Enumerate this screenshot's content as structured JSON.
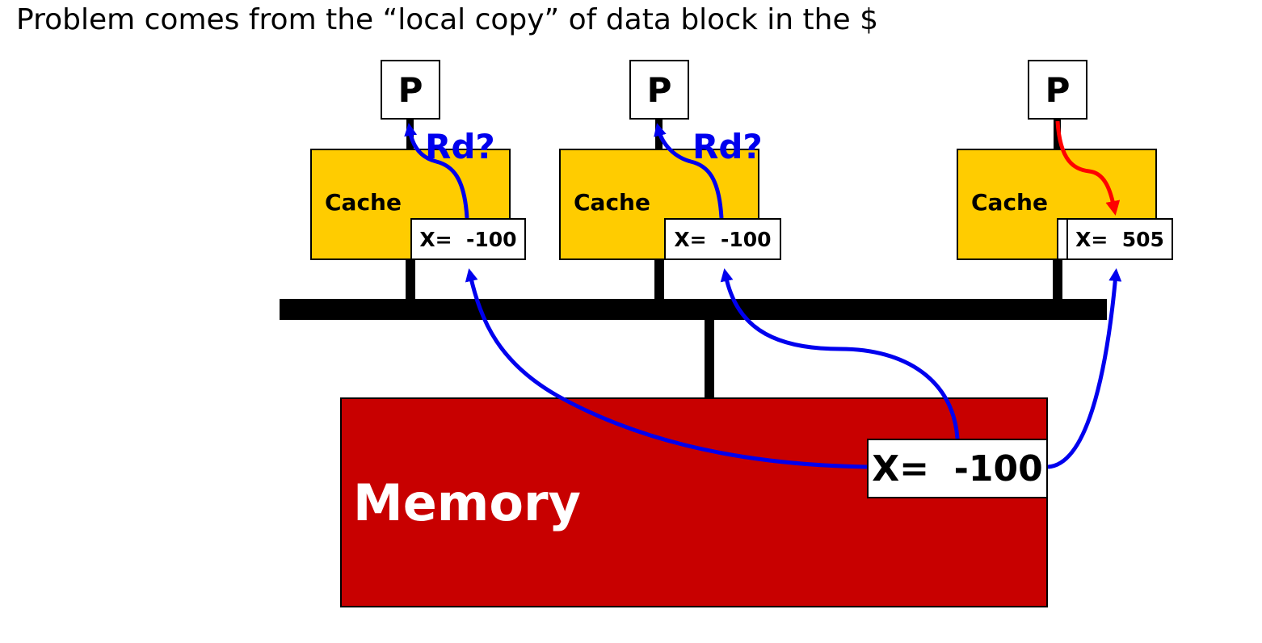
{
  "title": "Problem comes from the “local copy” of data block in the $",
  "processors": [
    {
      "label": "P"
    },
    {
      "label": "P"
    },
    {
      "label": "P"
    }
  ],
  "caches": [
    {
      "label": "Cache",
      "value": "X=  -100"
    },
    {
      "label": "Cache",
      "value": "X=  -100"
    },
    {
      "label": "Cache",
      "value": "X=  505"
    }
  ],
  "read_labels": [
    "Rd?",
    "Rd?"
  ],
  "memory": {
    "label": "Memory",
    "value": "X=  -100"
  },
  "colors": {
    "cache_fill": "#ffcc00",
    "memory_fill": "#c80000",
    "read_arrow": "#0000ee",
    "write_arrow": "#ff0000",
    "bus": "#000000"
  }
}
